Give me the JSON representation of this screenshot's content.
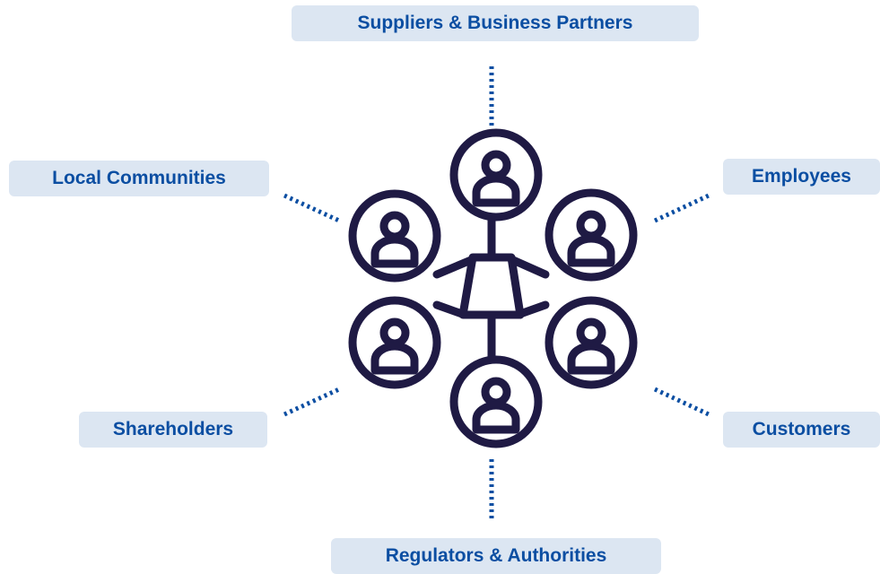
{
  "stakeholders": {
    "top": "Suppliers & Business Partners",
    "upper_left": "Local Communities",
    "upper_right": "Employees",
    "lower_left": "Shareholders",
    "lower_right": "Customers",
    "bottom": "Regulators & Authorities"
  },
  "colors": {
    "icon": "#1f1a44",
    "dots": "#0b4ea2",
    "label_bg": "#dce6f2",
    "label_text": "#0b4ea2"
  },
  "icons": {
    "hub": "network-hub-icon",
    "person": "person-circle-icon"
  }
}
